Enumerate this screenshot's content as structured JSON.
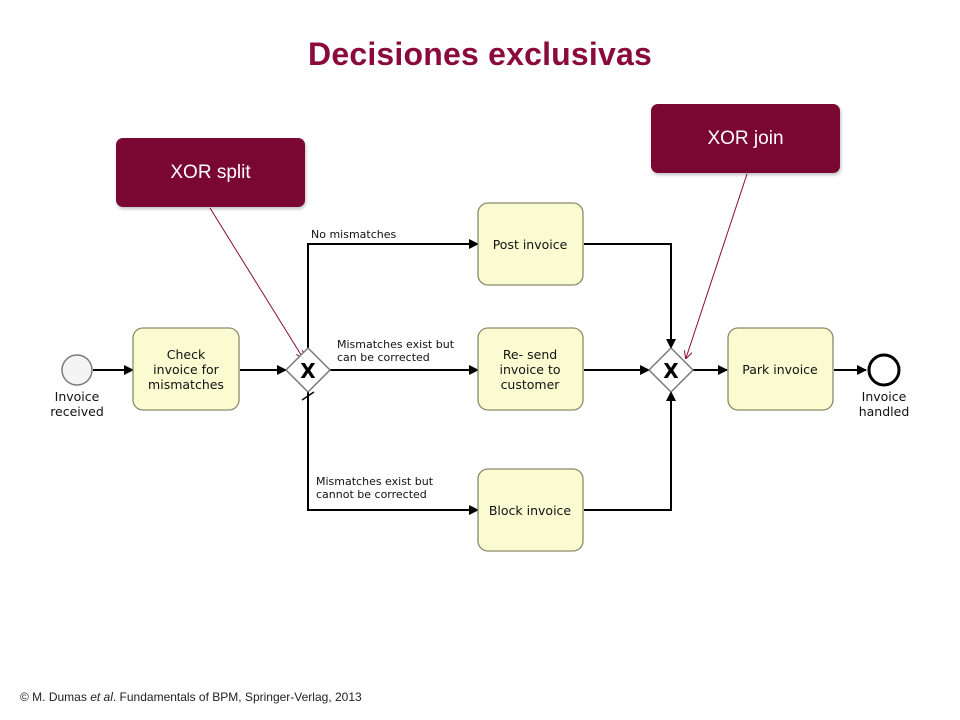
{
  "title": "Decisiones exclusivas",
  "callouts": {
    "split": "XOR split",
    "join": "XOR join"
  },
  "events": {
    "start": [
      "Invoice",
      "received"
    ],
    "end": [
      "Invoice",
      "handled"
    ]
  },
  "tasks": {
    "check": [
      "Check",
      "invoice for",
      "mismatches"
    ],
    "post": [
      "Post invoice"
    ],
    "resend": [
      "Re- send",
      "invoice to",
      "customer"
    ],
    "block": [
      "Block invoice"
    ],
    "park": [
      "Park invoice"
    ]
  },
  "gateways": {
    "split_symbol": "X",
    "join_symbol": "X"
  },
  "conditions": {
    "no_mismatch": [
      "No mismatches"
    ],
    "correctable": [
      "Mismatches exist but",
      "can be corrected"
    ],
    "not_correctable": [
      "Mismatches exist but",
      "cannot be corrected"
    ]
  },
  "footer": {
    "prefix": "© M. Dumas ",
    "etal": "et al",
    "suffix": ". Fundamentals of BPM, Springer-Verlag, 2013"
  },
  "colors": {
    "accent": "#7a0732",
    "title": "#8a0a3c",
    "task_fill": "#fbfbd2",
    "task_stroke": "#8a8a6a"
  }
}
